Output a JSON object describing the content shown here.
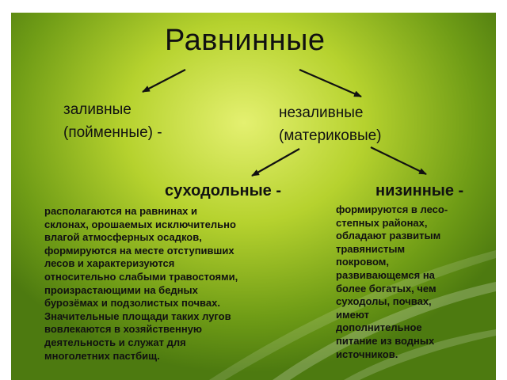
{
  "title": "Равнинные",
  "branches": {
    "left": "заливные\n(пойменные) -",
    "right": "незаливные\n(материковые)"
  },
  "subtypes": {
    "dry": {
      "heading": "суходольные -",
      "text": "располагаются на равнинах и\nсклонах, орошаемых исключительно\nвлагой атмосферных осадков,\nформируются на месте отступивших\nлесов и характеризуются\nотносительно слабыми травостоями,\nпроизрастающими на бедных\nбурозёмах и подзолистых почвах.\nЗначительные площади таких лугов\nвовлекаются в хозяйственную\nдеятельность и служат для\nмноголетних пастбищ."
    },
    "low": {
      "heading": "низинные -",
      "text": "формируются в лесо-\nстепных районах,\nобладают развитым\nтравянистым\nпокровом,\nразвивающемся на\nболее богатых, чем\nсуходолы, почвах,\nимеют\nдополнительное\nпитание из водных\nисточников."
    }
  },
  "colors": {
    "background_light": "#e4f070",
    "background_dark": "#4d7a10",
    "text": "#111111"
  }
}
